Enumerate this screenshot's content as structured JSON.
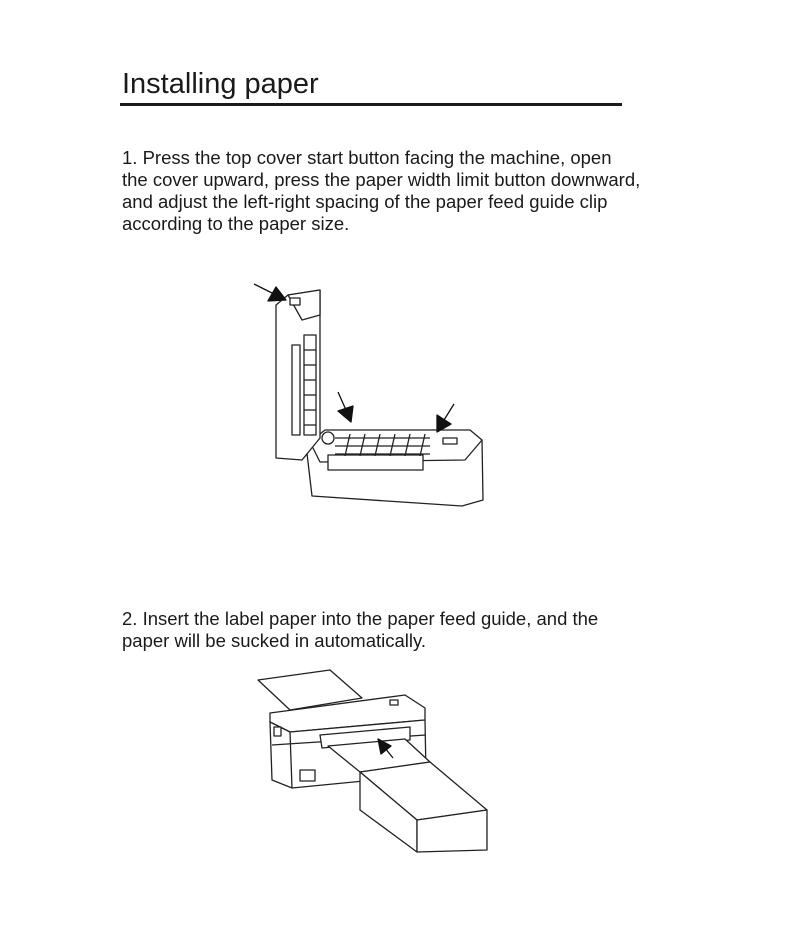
{
  "title": "Installing paper",
  "steps": [
    {
      "text": "1. Press the top cover start button facing the machine, open the cover upward, press the paper width limit button downward, and adjust the left-right spacing of the paper feed guide clip according to the paper size."
    },
    {
      "text": "2. Insert the label paper into the paper feed guide, and the paper will be sucked in automatically."
    }
  ]
}
